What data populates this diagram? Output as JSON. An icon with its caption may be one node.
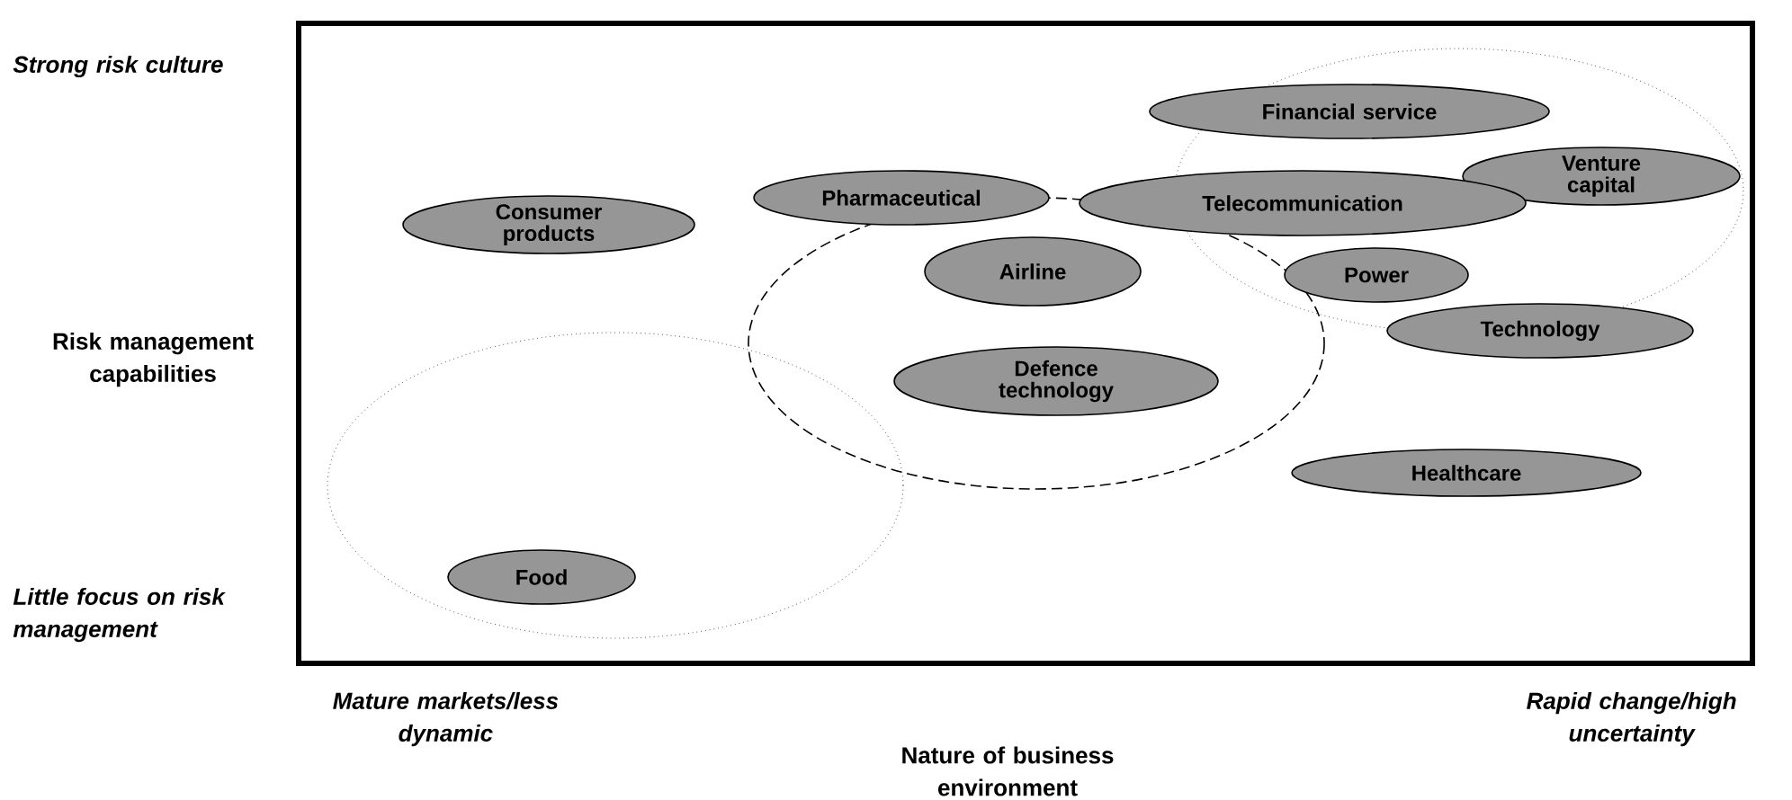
{
  "diagram": {
    "nodes": [
      {
        "text": [
          "Financial service"
        ]
      },
      {
        "text": [
          "Venture capital"
        ]
      },
      {
        "text": [
          "Pharmaceutical"
        ]
      },
      {
        "text": [
          "Telecommunication"
        ]
      },
      {
        "text": [
          "Consumer products"
        ]
      },
      {
        "text": [
          "Airline"
        ]
      },
      {
        "text": [
          "Power"
        ]
      },
      {
        "text": [
          "Technology"
        ]
      },
      {
        "text": [
          "Defence technology"
        ]
      },
      {
        "text": [
          "Healthcare"
        ]
      },
      {
        "text": [
          "Food"
        ]
      }
    ],
    "labels": [
      "Strong risk culture",
      "Risk management capabilities",
      "Little focus on risk management",
      "Mature markets/less dynamic",
      "Rapid change/high uncertainty",
      "Nature of business environment"
    ]
  }
}
